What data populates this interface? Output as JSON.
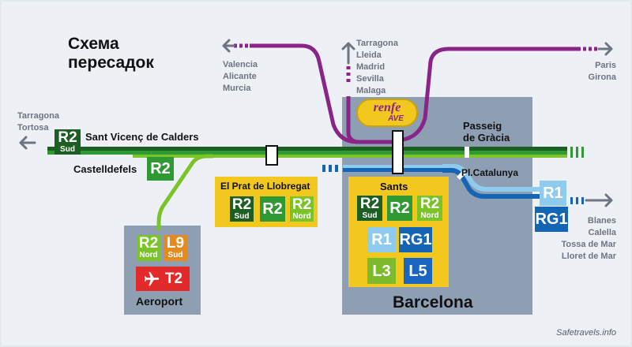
{
  "title_line1": "Схема",
  "title_line2": "пересадок",
  "destinations": {
    "tarragona_tortosa": [
      "Tarragona",
      "Tortosa"
    ],
    "valencia": [
      "Valencia",
      "Alicante",
      "Murcia"
    ],
    "tarragona_ave": [
      "Tarragona",
      "Lleida",
      "Madrid",
      "Sevilla",
      "Malaga"
    ],
    "paris": [
      "Paris",
      "Girona"
    ],
    "blanes": [
      "Blanes",
      "Calella",
      "Tossa de Mar",
      "Lloret de Mar"
    ]
  },
  "stations": {
    "sant_vicenc": "Sant Vicenç de Calders",
    "castelldefels": "Castelldefels",
    "prat": "El Prat de Llobregat",
    "sants": "Sants",
    "passeig_gracia_line1": "Passeig",
    "passeig_gracia_line2": "de Gràcia",
    "pl_catalunya": "Pl.Catalunya",
    "aeroport": "Aeroport",
    "barcelona": "Barcelona"
  },
  "renfe_logo": {
    "word": "renfe",
    "sub": "AVE"
  },
  "badges": {
    "r2": "R2",
    "sud": "Sud",
    "nord": "Nord",
    "r1": "R1",
    "rg1": "RG1",
    "l9": "L9",
    "l3": "L3",
    "l5": "L5",
    "t2": "T2"
  },
  "credit": "Safetravels.info",
  "colors": {
    "ave_purple": "#8b2488",
    "r2_sud_dark_green": "#1d5e22",
    "r2_green": "#2f9a34",
    "r2_nord_light_green": "#7bc428",
    "r1_light_blue": "#8ecbee",
    "rg1_blue": "#1565b5",
    "l9_orange": "#e58a1e",
    "airport_red": "#e22a2a",
    "station_box_yellow": "#f2c81e",
    "barcelona_area_grey": "#8e9fb3",
    "arrow_grey": "#6e7480"
  }
}
